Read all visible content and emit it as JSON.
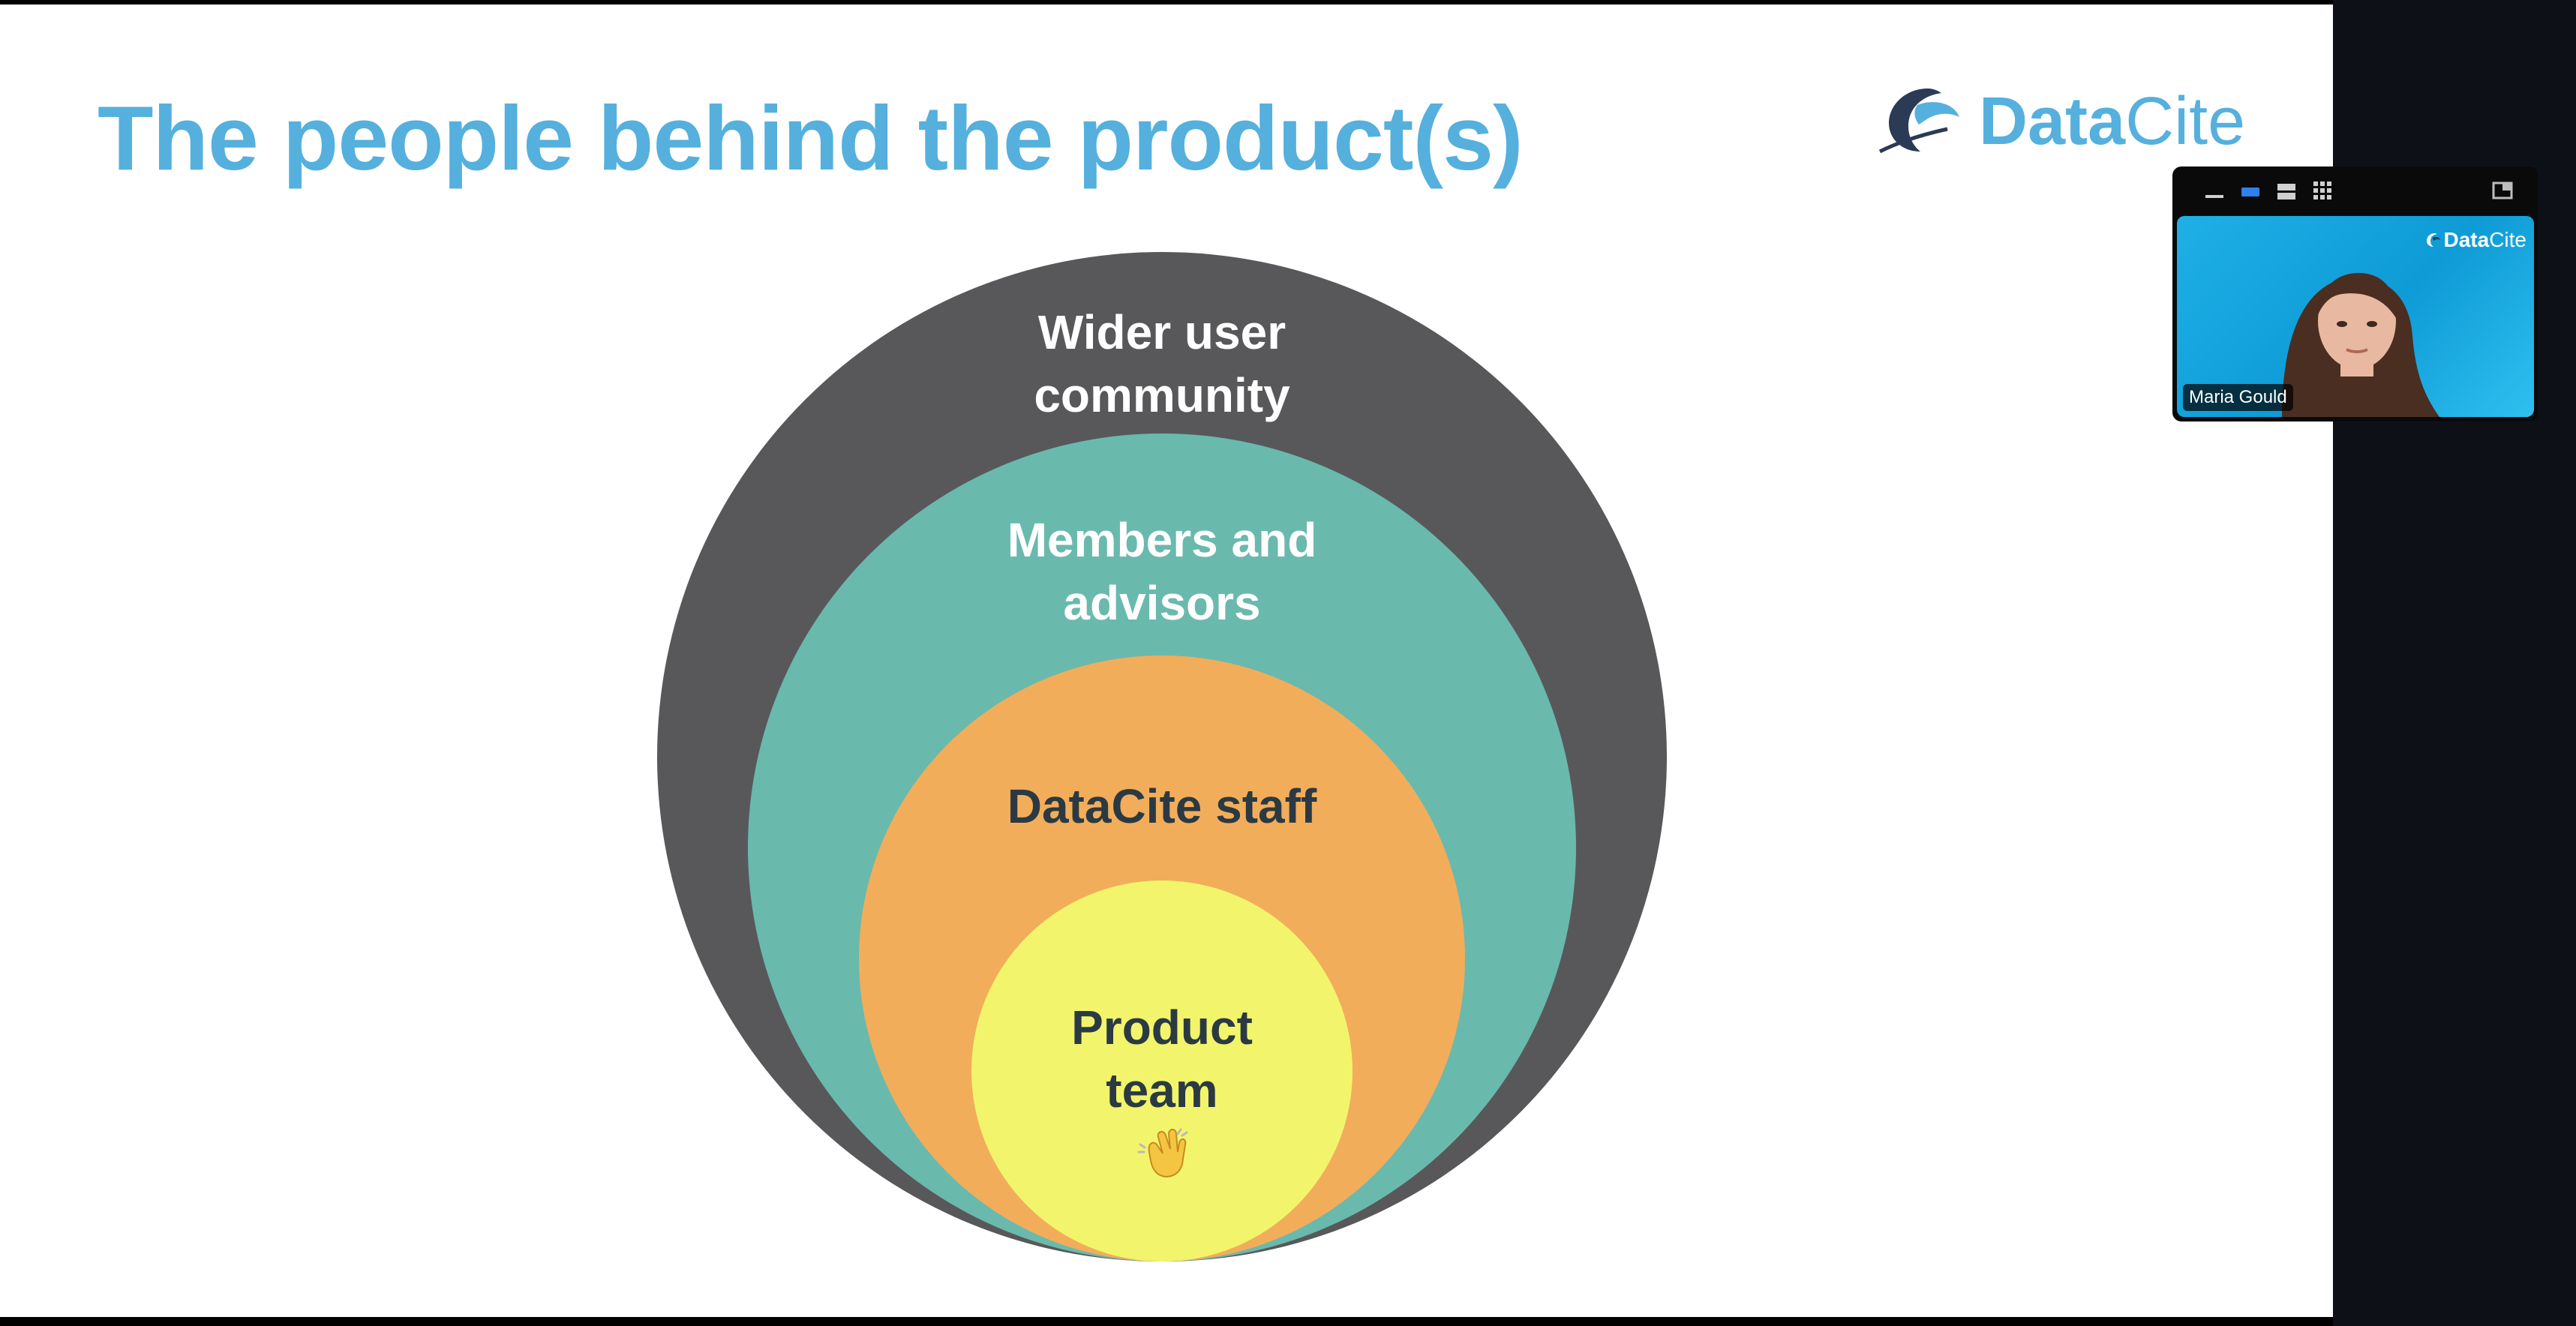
{
  "slide": {
    "title": "The people behind the product(s)",
    "logo": {
      "text_bold": "Data",
      "text_regular": "Cite"
    },
    "diagram": {
      "layers": [
        {
          "label_line1": "Wider user",
          "label_line2": "community",
          "color": "#58585a"
        },
        {
          "label_line1": "Members and",
          "label_line2": "advisors",
          "color": "#6ab9ad"
        },
        {
          "label_line1": "DataCite staff",
          "label_line2": "",
          "color": "#f2ad5b"
        },
        {
          "label_line1": "Product",
          "label_line2": "team",
          "color": "#f2f56b"
        }
      ],
      "emoji": "👋"
    }
  },
  "video": {
    "participant_name": "Maria Gould",
    "background_logo": {
      "text_bold": "Data",
      "text_regular": "Cite"
    },
    "toolbar": [
      "minimize-view",
      "speaker-view",
      "stacked-view",
      "grid-view",
      "hide-self-view"
    ]
  },
  "colors": {
    "title": "#55b0dd",
    "gray": "#58585a",
    "teal": "#6ab9ad",
    "orange": "#f2ad5b",
    "yellow": "#f2f56b"
  }
}
